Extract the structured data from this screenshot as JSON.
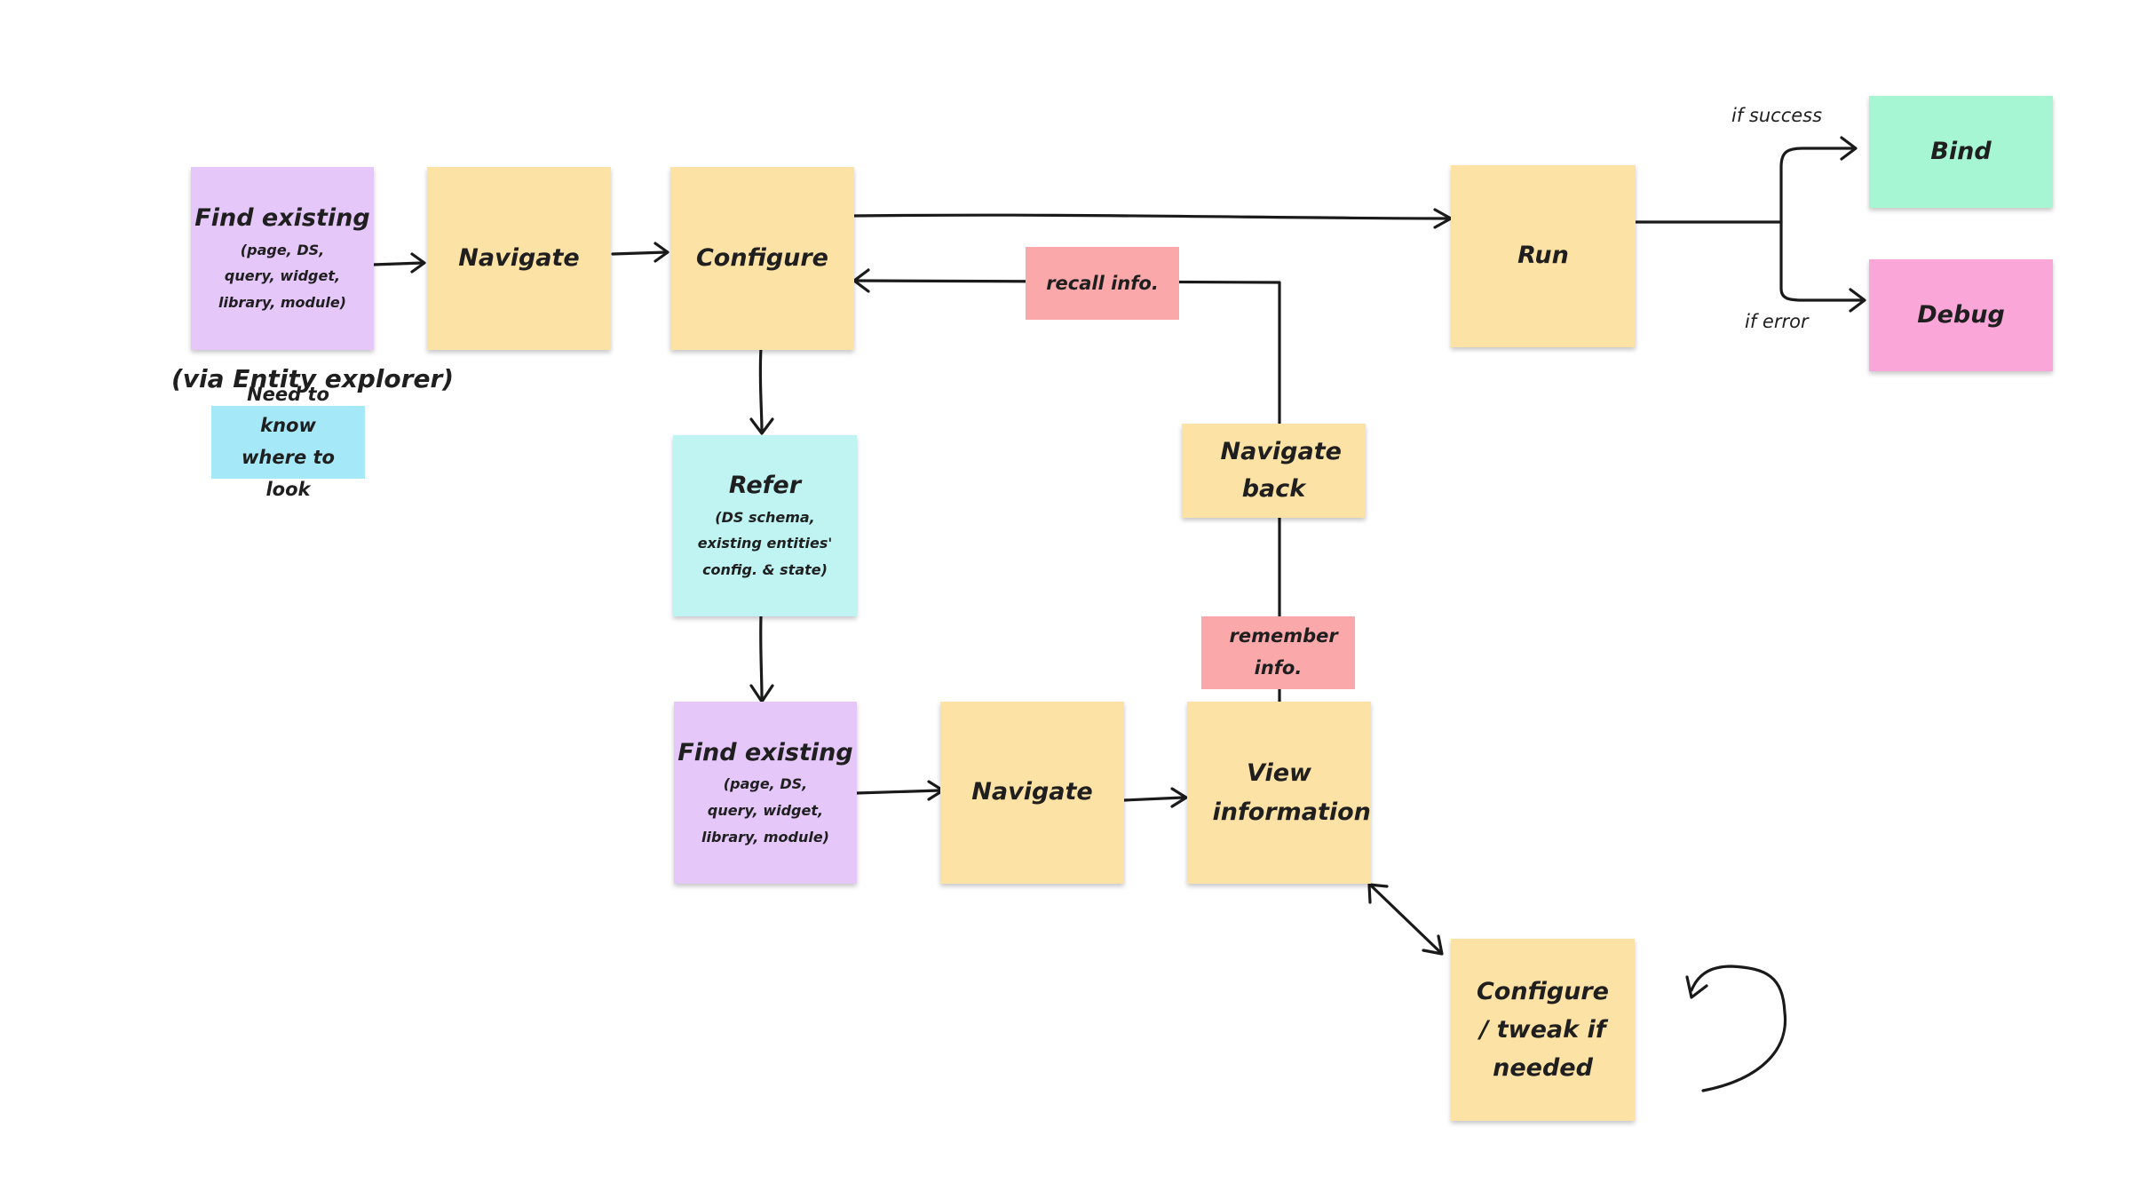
{
  "colors": {
    "yellow": "#FDE2A6",
    "purple": "#E5C7FA",
    "cyan": "#BFF4F2",
    "green": "#A6F5D3",
    "pink": "#FBA6D8",
    "red": "#FBA8AB",
    "blue": "#A5E8F8"
  },
  "nodes": {
    "find_existing_1": {
      "title": "Find existing",
      "sub": "(page, DS, query, widget, library, module)"
    },
    "navigate_1": {
      "title": "Navigate"
    },
    "configure": {
      "title": "Configure"
    },
    "run": {
      "title": "Run"
    },
    "bind": {
      "title": "Bind"
    },
    "debug": {
      "title": "Debug"
    },
    "refer": {
      "title": "Refer",
      "sub": "(DS schema, existing entities' config. & state)"
    },
    "find_existing_2": {
      "title": "Find existing",
      "sub": "(page, DS, query, widget, library, module)"
    },
    "navigate_2": {
      "title": "Navigate"
    },
    "view_information": {
      "title": "View information"
    },
    "navigate_back": {
      "title": "Navigate back"
    },
    "configure_tweak": {
      "title": "Configure / tweak if needed"
    }
  },
  "tags": {
    "recall_info": "recall info.",
    "remember_info": "remember info.",
    "need_to_know": "Need to know where to look"
  },
  "labels": {
    "via_entity_explorer": "(via Entity explorer)",
    "if_success": "if success",
    "if_error": "if error"
  }
}
